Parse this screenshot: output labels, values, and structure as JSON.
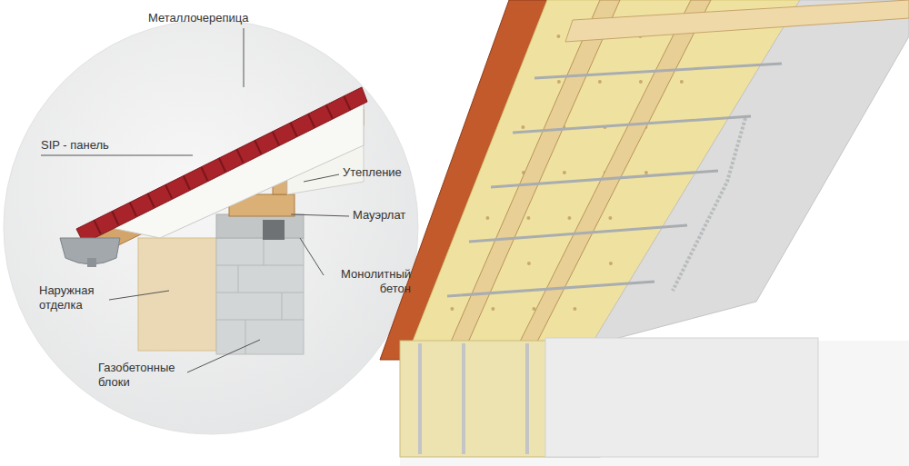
{
  "diagram": {
    "labels": [
      "Металлочерепица",
      "SIP - панель",
      "Утепление",
      "Мауэрлат",
      "Монолитный бетон",
      "Наружная отделка",
      "Газобетонные блоки"
    ]
  }
}
